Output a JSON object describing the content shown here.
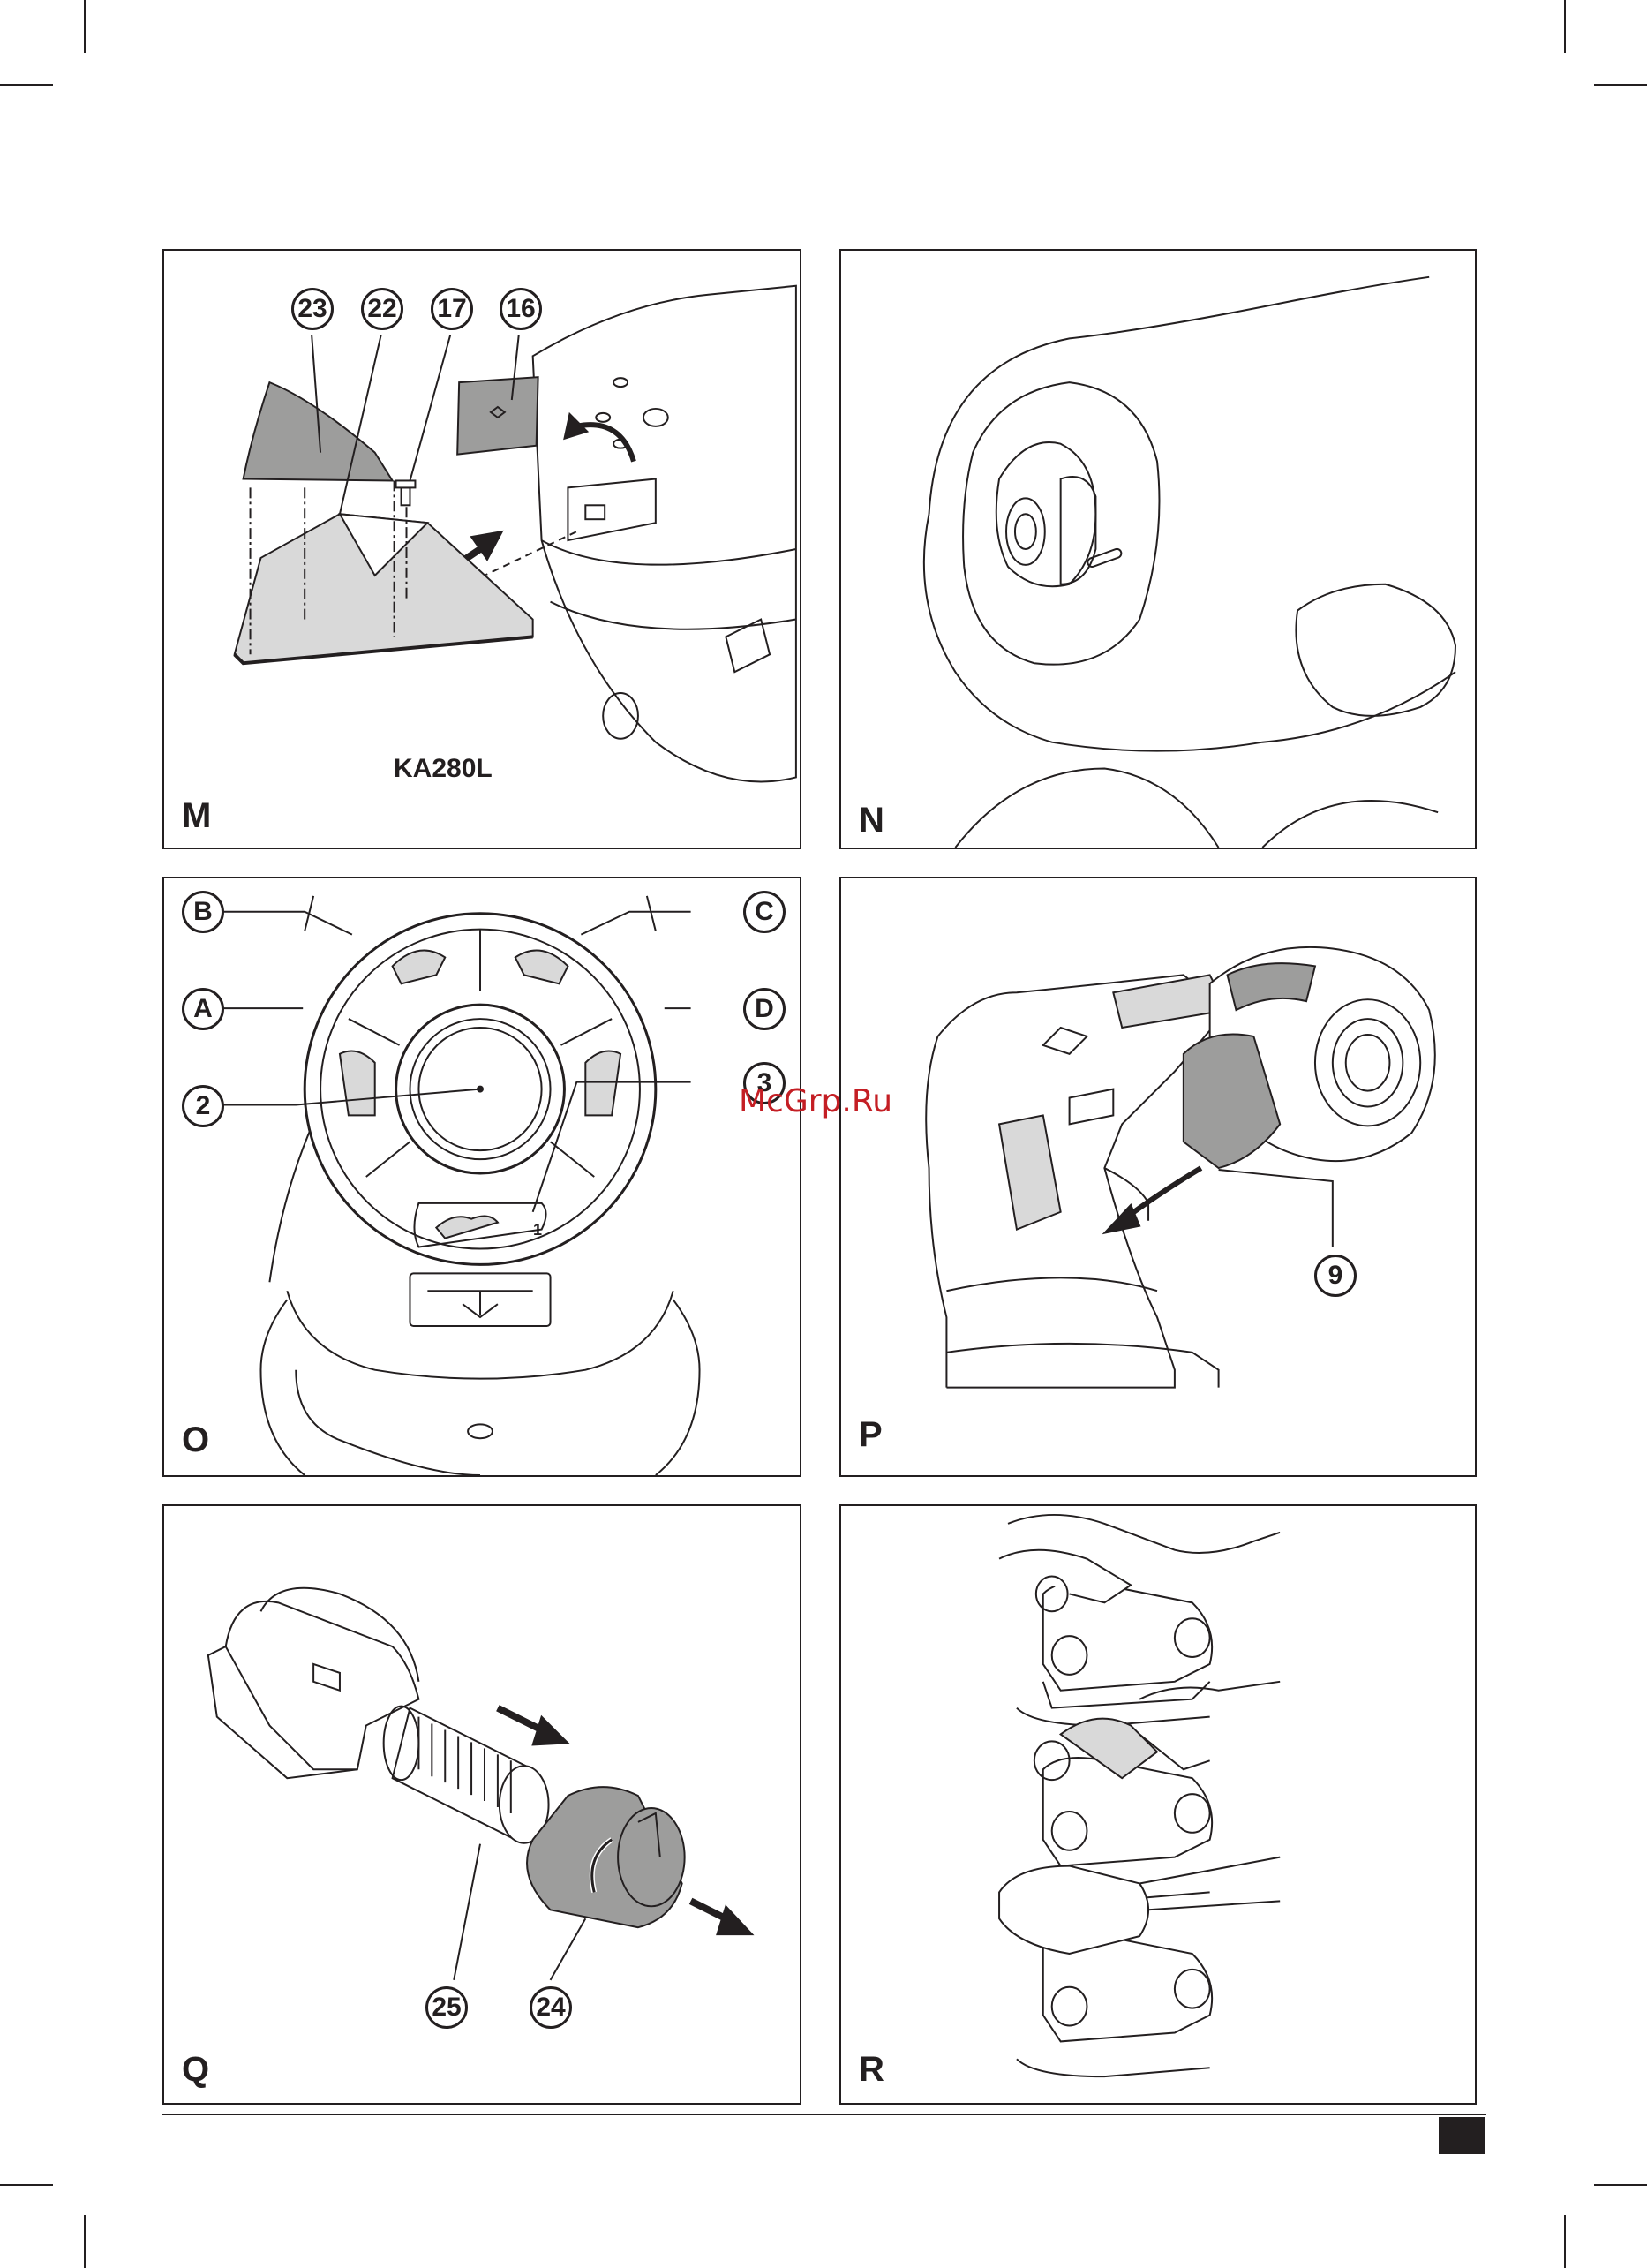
{
  "panels": {
    "m": {
      "letter": "M",
      "model": "KA280L",
      "callouts": [
        "23",
        "22",
        "17",
        "16"
      ]
    },
    "n": {
      "letter": "N"
    },
    "o": {
      "letter": "O",
      "callouts": [
        "B",
        "C",
        "A",
        "D",
        "2",
        "3"
      ],
      "plate_mark": "1"
    },
    "p": {
      "letter": "P",
      "callouts": [
        "9"
      ]
    },
    "q": {
      "letter": "Q",
      "callouts": [
        "25",
        "24"
      ]
    },
    "r": {
      "letter": "R"
    }
  },
  "watermark": "McGrp.Ru",
  "colors": {
    "ink": "#231f20",
    "grey_fill": "#9d9d9c",
    "light_fill": "#d9d9d9",
    "watermark": "#c41e24"
  }
}
